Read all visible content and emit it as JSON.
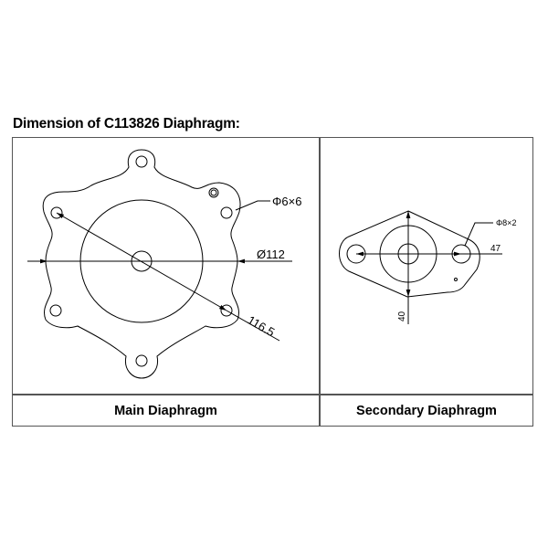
{
  "title": "Dimension of C113826 Diaphragm:",
  "panels": [
    {
      "label": "Main Diaphragm",
      "annotations": {
        "holes": "Φ6×6",
        "diameter": "Ø112",
        "hole_spacing": "116.5"
      }
    },
    {
      "label": "Secondary Diaphragm",
      "annotations": {
        "holes": "Φ8×2",
        "width": "47",
        "height": "40"
      }
    }
  ],
  "colors": {
    "line": "#000000",
    "border": "#555555",
    "background": "#ffffff"
  }
}
